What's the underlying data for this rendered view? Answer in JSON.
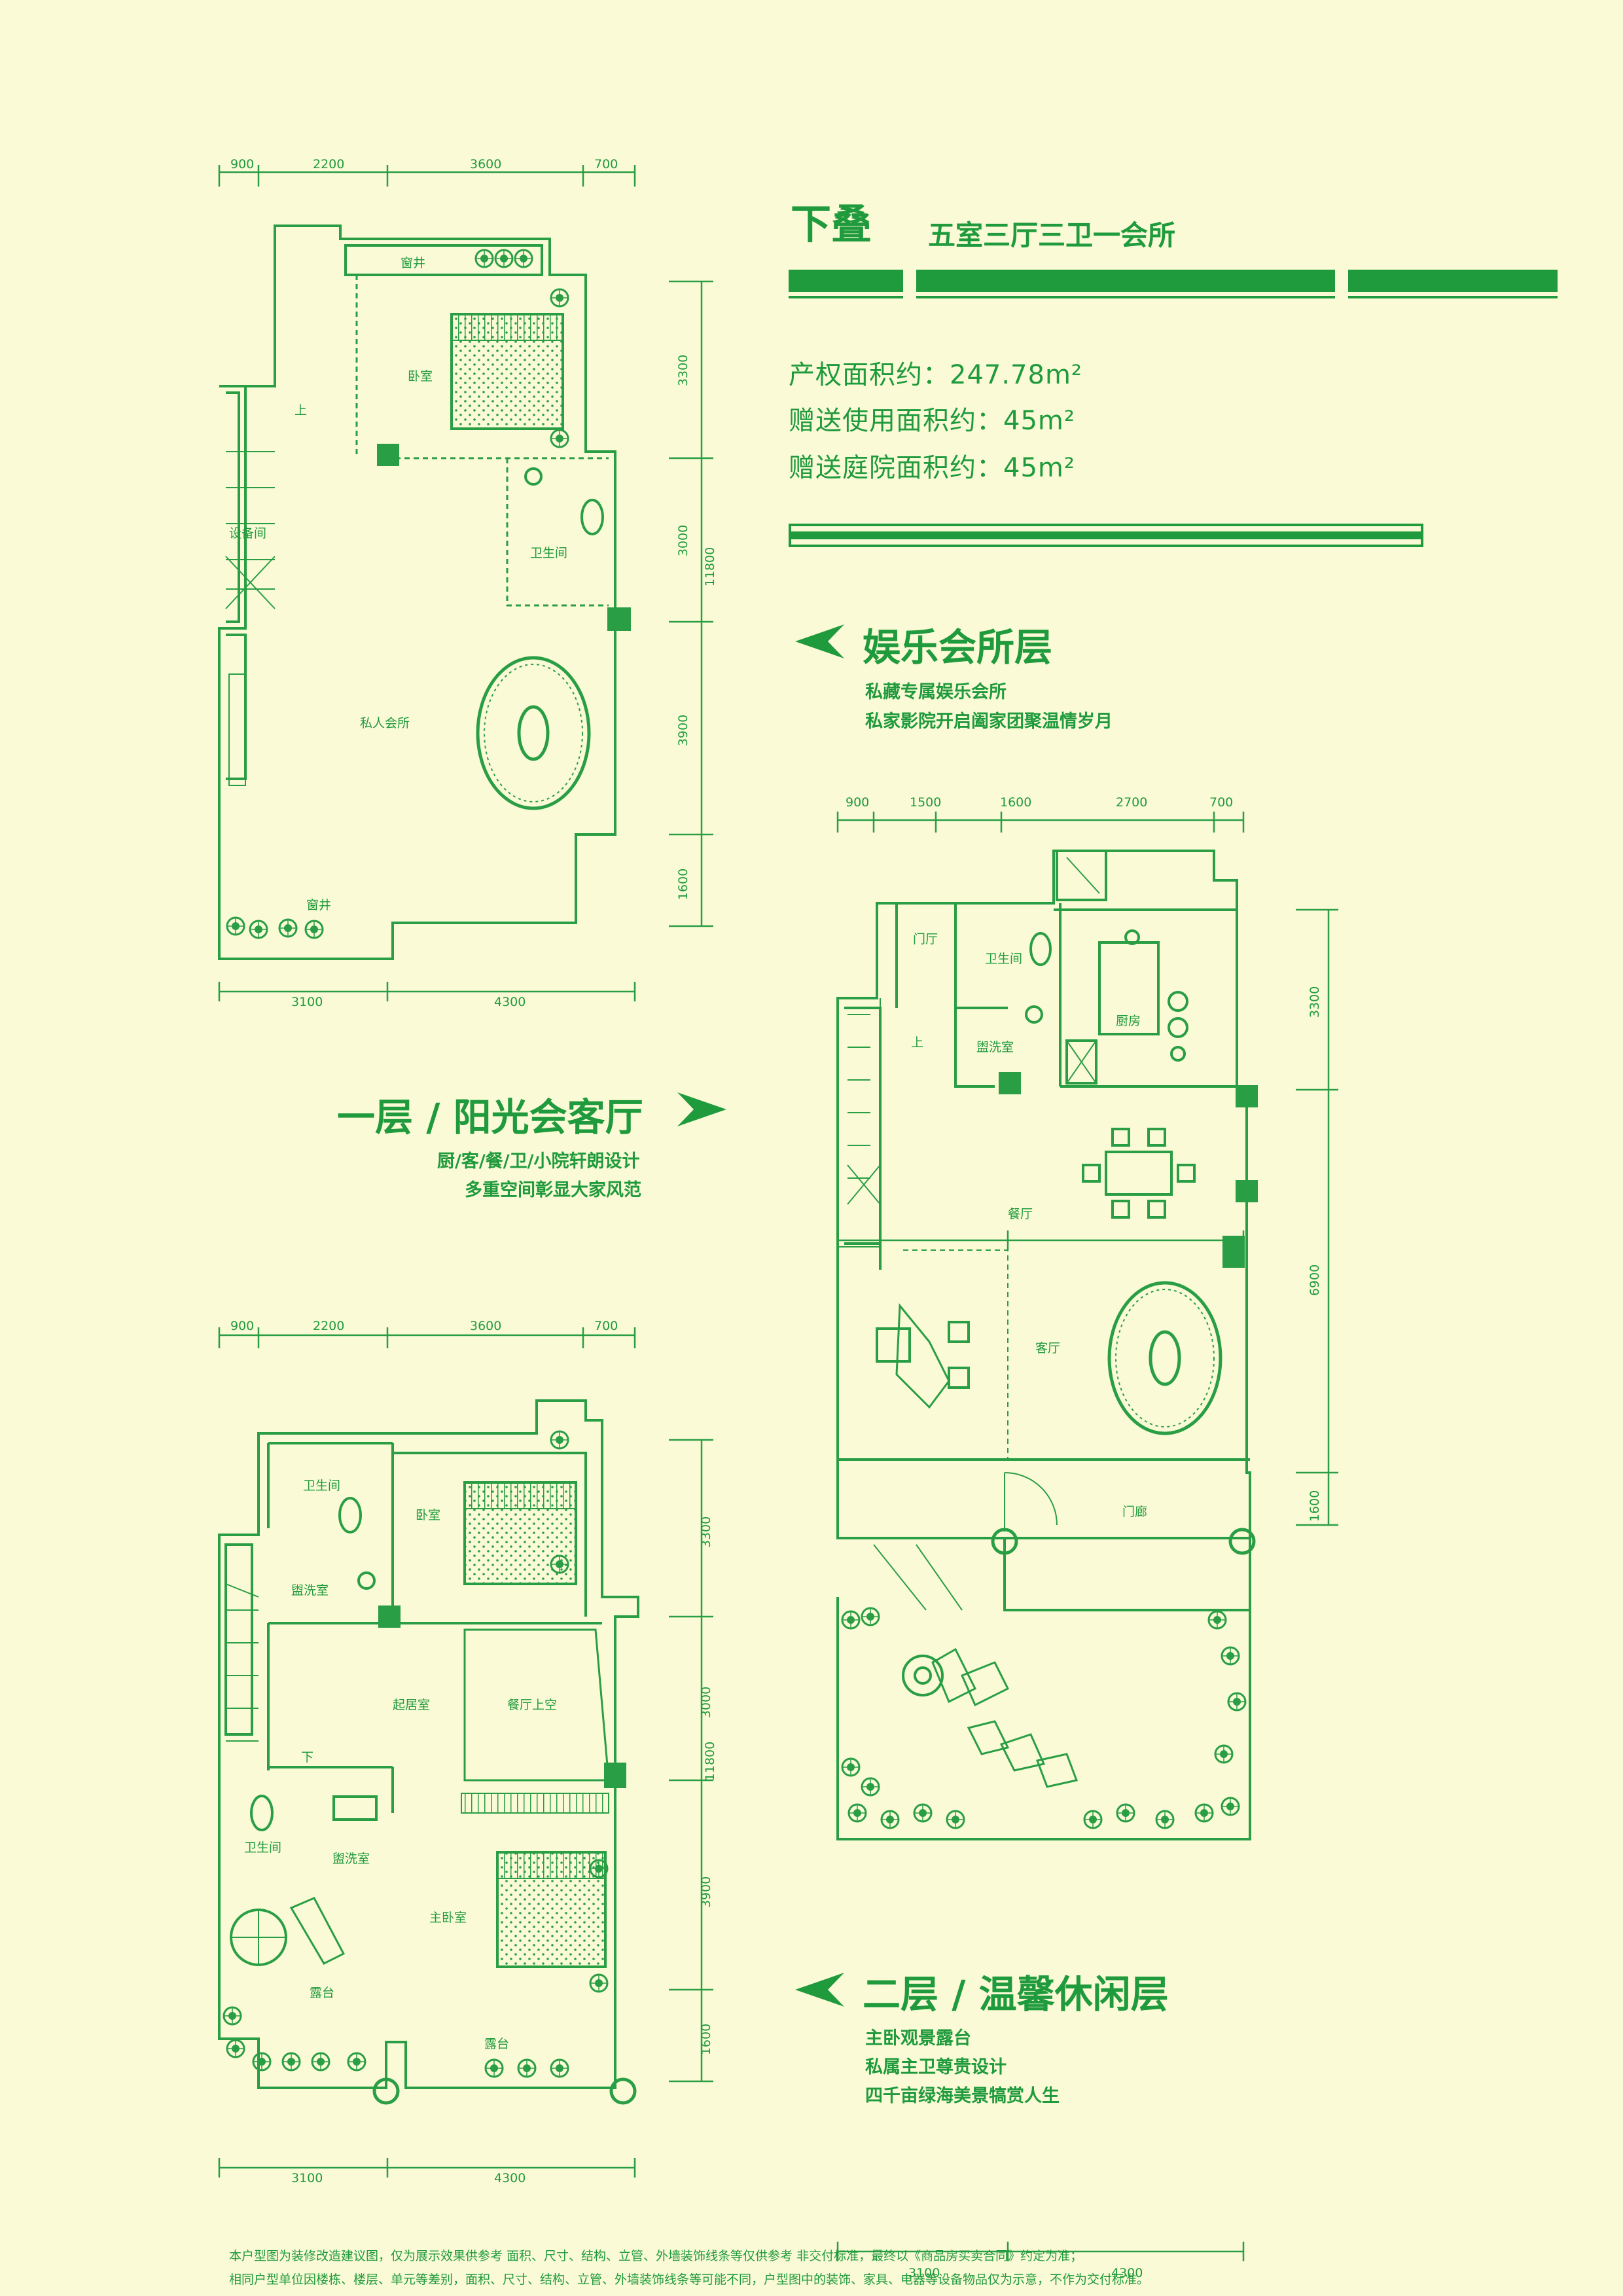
{
  "header": {
    "title": "下叠",
    "subtitle": "五室三厅三卫一会所",
    "areas": [
      "产权面积约：247.78m²",
      "赠送使用面积约：45m²",
      "赠送庭院面积约：45m²"
    ]
  },
  "levels": {
    "basement": {
      "heading": "娱乐会所层",
      "lines": [
        "私藏专属娱乐会所",
        "私家影院开启阖家团聚温情岁月"
      ]
    },
    "first": {
      "heading": "一层 / 阳光会客厅",
      "lines": [
        "厨/客/餐/卫/小院轩朗设计",
        "多重空间彰显大家风范"
      ]
    },
    "second": {
      "heading": "二层 / 温馨休闲层",
      "lines": [
        "主卧观景露台",
        "私属主卫尊贵设计",
        "四千亩绿海美景犒赏人生"
      ]
    }
  },
  "plans": {
    "basement": {
      "dims_top": [
        "900",
        "2200",
        "3600",
        "700"
      ],
      "dims_bottom": [
        "3100",
        "4300"
      ],
      "dims_right": [
        "3300",
        "3000",
        "3900",
        "1600"
      ],
      "total": "11800",
      "rooms": [
        "窗井",
        "卧室",
        "卫生间",
        "设备间",
        "私人会所",
        "窗井"
      ],
      "stair": "上"
    },
    "first": {
      "dims_top": [
        "900",
        "1500",
        "1600",
        "2700",
        "700"
      ],
      "dims_bottom": [
        "3100",
        "4300"
      ],
      "dims_right": [
        "3300",
        "6900",
        "1600"
      ],
      "rooms": [
        "门厅",
        "卫生间",
        "厨房",
        "盥洗室",
        "餐厅",
        "客厅",
        "门廊"
      ],
      "stair": "上"
    },
    "second": {
      "dims_top": [
        "900",
        "2200",
        "3600",
        "700"
      ],
      "dims_bottom": [
        "3100",
        "4300"
      ],
      "dims_right": [
        "3300",
        "3000",
        "3900",
        "1600"
      ],
      "total": "11800",
      "rooms": [
        "卫生间",
        "卧室",
        "盥洗室",
        "起居室",
        "餐厅上空",
        "卫生间",
        "盥洗室",
        "主卧室",
        "露台",
        "露台"
      ],
      "stair": "下"
    }
  },
  "footer": [
    "本户型图为装修改造建议图，仅为展示效果供参考 面积、尺寸、结构、立管、外墙装饰线条等仅供参考 非交付标准，最终以《商品房买卖合同》约定为准；",
    "相同户型单位因楼栋、楼层、单元等差别，面积、尺寸、结构、立管、外墙装饰线条等可能不同，户型图中的装饰、家具、电器等设备物品仅为示意，不作为交付标准。"
  ],
  "colors": {
    "accent": "#1f9a3c",
    "background": "#fafad6",
    "wall": "#2a9e45"
  }
}
